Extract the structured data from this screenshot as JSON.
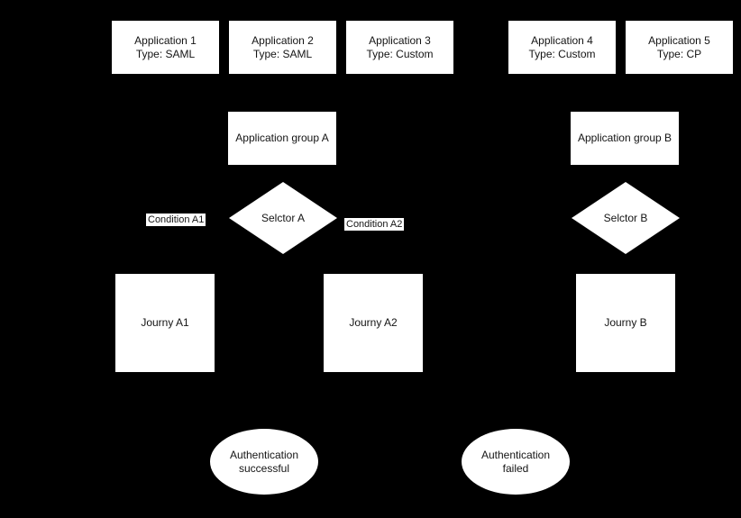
{
  "colors": {
    "background": "#000000",
    "node_fill": "#ffffff",
    "text": "#141414"
  },
  "applications": [
    {
      "line1": "Application 1",
      "line2": "Type: SAML"
    },
    {
      "line1": "Application 2",
      "line2": "Type: SAML"
    },
    {
      "line1": "Application 3",
      "line2": "Type: Custom"
    },
    {
      "line1": "Application 4",
      "line2": "Type: Custom"
    },
    {
      "line1": "Application 5",
      "line2": "Type: CP"
    }
  ],
  "groups": [
    {
      "label": "Application group A"
    },
    {
      "label": "Application group B"
    }
  ],
  "selectors": [
    {
      "label": "Selctor A"
    },
    {
      "label": "Selctor B"
    }
  ],
  "condition_labels": [
    {
      "label": "Condition A1"
    },
    {
      "label": "Condition A2"
    }
  ],
  "journeys": [
    {
      "label": "Journy A1"
    },
    {
      "label": "Journy A2"
    },
    {
      "label": "Journy B"
    }
  ],
  "outcomes": [
    {
      "line1": "Authentication",
      "line2": "successful"
    },
    {
      "line1": "Authentication",
      "line2": "failed"
    }
  ]
}
